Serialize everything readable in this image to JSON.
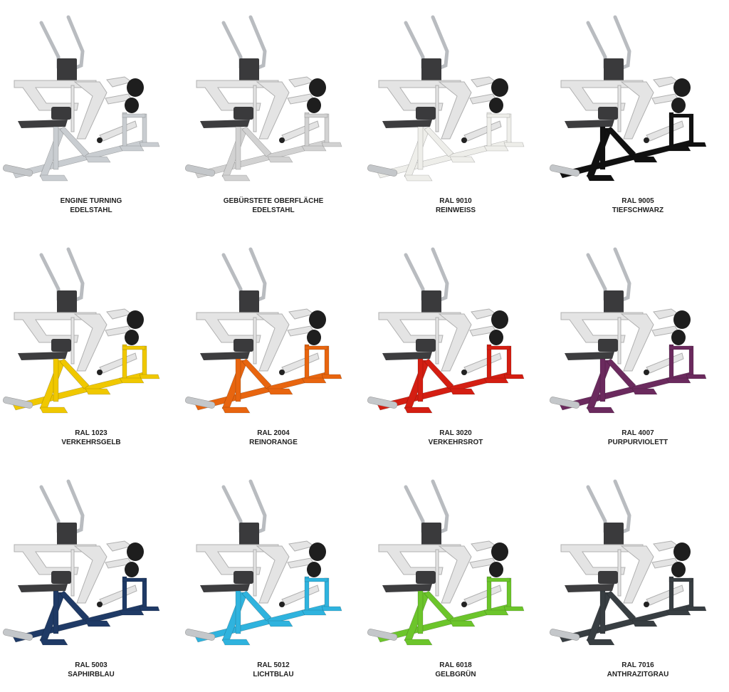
{
  "swatches": [
    {
      "line1": "ENGINE TURNING",
      "line2": "EDELSTAHL",
      "color": "#c9cdd1"
    },
    {
      "line1": "GEBÜRSTETE OBERFLÄCHE",
      "line2": "EDELSTAHL",
      "color": "#d2d2d2"
    },
    {
      "line1": "RAL 9010",
      "line2": "REINWEISS",
      "color": "#eeeeea"
    },
    {
      "line1": "RAL 9005",
      "line2": "TIEFSCHWARZ",
      "color": "#111111"
    },
    {
      "line1": "RAL 1023",
      "line2": "VERKEHRSGELB",
      "color": "#f0c800"
    },
    {
      "line1": "RAL 2004",
      "line2": "REINORANGE",
      "color": "#e8650f"
    },
    {
      "line1": "RAL 3020",
      "line2": "VERKEHRSROT",
      "color": "#d41e12"
    },
    {
      "line1": "RAL 4007",
      "line2": "PURPURVIOLETT",
      "color": "#6b2a5e"
    },
    {
      "line1": "RAL 5003",
      "line2": "SAPHIRBLAU",
      "color": "#1f3a66"
    },
    {
      "line1": "RAL 5012",
      "line2": "LICHTBLAU",
      "color": "#2fb3de"
    },
    {
      "line1": "RAL 6018",
      "line2": "GELBGRÜN",
      "color": "#6cc52b"
    },
    {
      "line1": "RAL 7016",
      "line2": "ANTHRAZITGRAU",
      "color": "#383e42"
    }
  ]
}
